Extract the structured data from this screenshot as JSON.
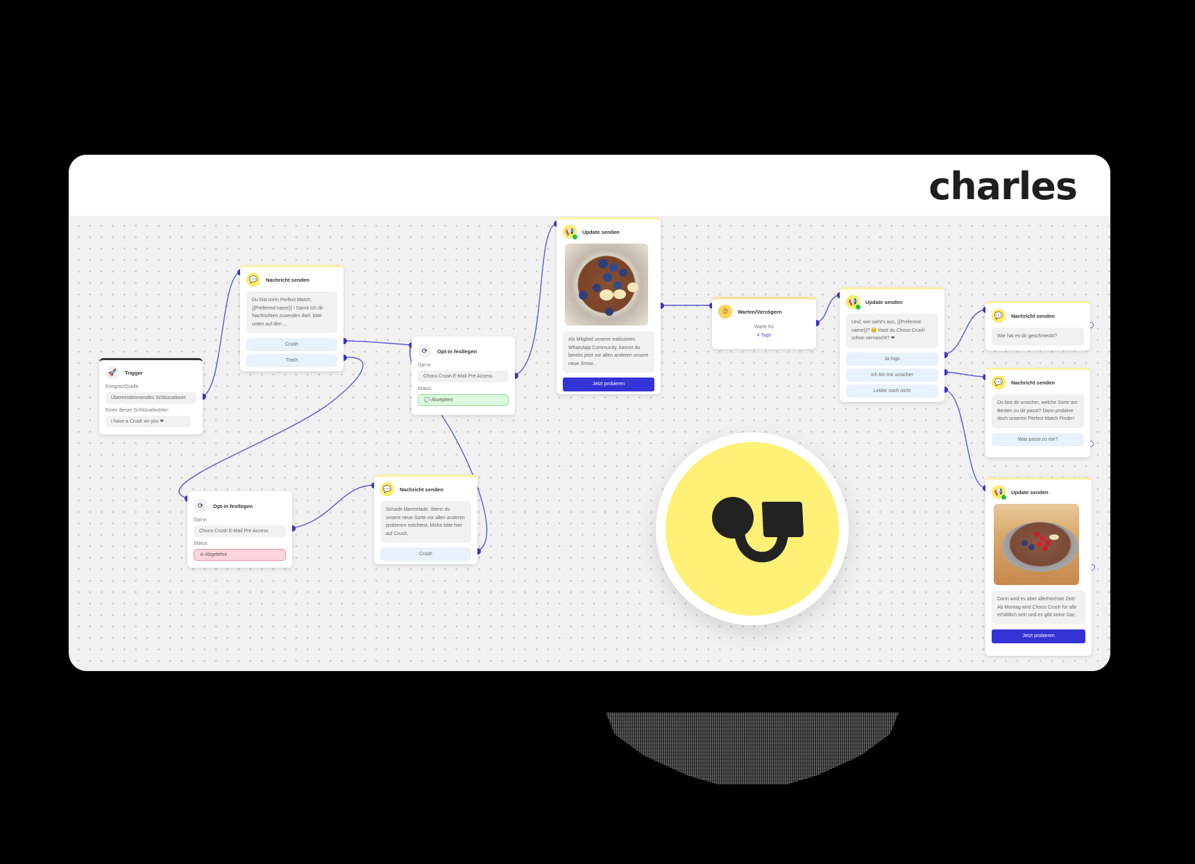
{
  "brand": {
    "name": "charles"
  },
  "nodes": {
    "trigger": {
      "title": "Trigger",
      "icon": "rocket-icon",
      "source_label": "Ereignis/Quelle",
      "source_value": "Übereinstimmendes Schlüsselwort",
      "keywords_label": "Eines dieser Schlüsselwörter:",
      "keywords_value": "I have a Crush on you ❤"
    },
    "message1": {
      "title": "Nachricht senden",
      "text": "Du bist mein Perfect Match, {{Preferred name}} ! Damit ich dir Nachrichten zusenden darf, bitte unten auf den ...",
      "buttons": [
        "Crush",
        "Trash"
      ]
    },
    "optin1": {
      "title": "Opt-in festlegen",
      "optin_label": "Opt-in",
      "optin_value": "Choco Crush E-Mail Pre Access",
      "status_label": "Status",
      "status_value": "Akzeptiert"
    },
    "update1": {
      "title": "Update senden",
      "image_alt": "Chocolate oatmeal bowl with blueberries and banana",
      "text": "Als Mitglied unserer exklusiven WhatsApp Community, kannst du bereits jetzt vor allen anderen unsere neue Smoo..",
      "cta": "Jetzt probieren"
    },
    "wait": {
      "title": "Warten/Verzögern",
      "label": "Warte für",
      "value": "4 Tage"
    },
    "update2": {
      "title": "Update senden",
      "text": "Und, wie sieht's aus, {{Preferred name}}? 😊 Hast du Choco Crush schon vernascht? ❤",
      "buttons": [
        "Ja logo",
        "Ich bin mir unsicher",
        "Leider noch nicht"
      ]
    },
    "messageR1": {
      "title": "Nachricht senden",
      "text": "Wie hat es dir geschmeckt?"
    },
    "messageR2": {
      "title": "Nachricht senden",
      "text": "Du bist dir unsicher, welche Sorte am Besten zu dir passt? Dann probiere doch unseren Perfect Match Finder!",
      "buttons": [
        "Was passt zu mir?"
      ]
    },
    "updateR3": {
      "title": "Update senden",
      "image_alt": "Chocolate porridge with red currants",
      "text": "Dann wird es aber allerhöchste Zeit! Ab Montag wird Choco Crush für alle erhältlich sein und es gibt keine Gar..",
      "cta": "Jetzt probieren"
    },
    "optin2": {
      "title": "Opt-in festlegen",
      "optin_label": "Opt-in",
      "optin_value": "Choco Crush E-Mail Pre Access",
      "status_label": "Status",
      "status_value": "Abgelehnt"
    },
    "message2": {
      "title": "Nachricht senden",
      "text": "Schade Marmelade. Wenn du unsere neue Sorte vor allen anderen probieren möchtest, klicke bitte hier auf Crush.",
      "buttons": [
        "Crush"
      ]
    }
  },
  "colors": {
    "wire": "#5a55d8",
    "port": "#3a35d0",
    "cta": "#3333d6",
    "logo_yellow": "#fff176",
    "accept": "#dcfadf",
    "reject": "#fcd6dc"
  }
}
